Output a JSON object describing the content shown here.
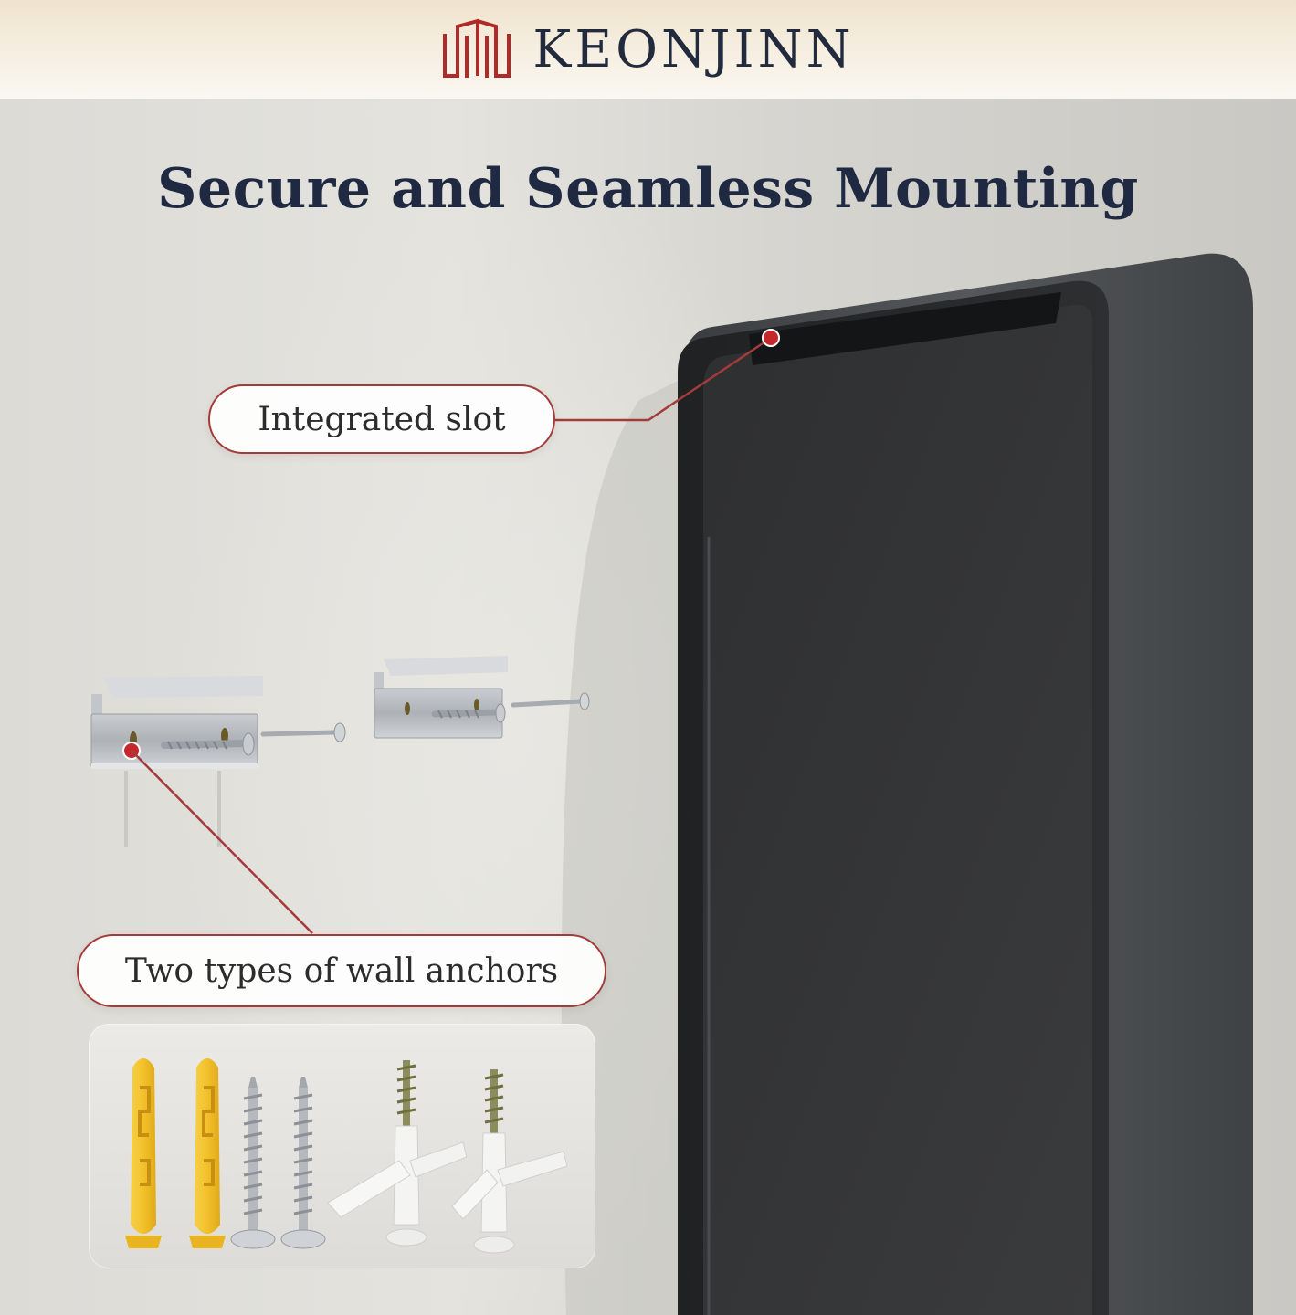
{
  "brand": {
    "name": "KEONJINN",
    "colors": {
      "mark": "#b02a2a",
      "text": "#222a3d"
    }
  },
  "headline": "Secure and Seamless Mounting",
  "callouts": {
    "slot": "Integrated slot",
    "anchors": "Two types of wall anchors"
  },
  "colors": {
    "accent": "#a33b3b",
    "wall": "#dcdbd6",
    "mirror_frame": "#2f3133",
    "anchor_yellow": "#f2c12b"
  },
  "icons": [
    "logo-mark-icon",
    "mirror-frame",
    "wall-bracket",
    "screw",
    "plastic-wall-anchor",
    "drywall-anchor"
  ]
}
